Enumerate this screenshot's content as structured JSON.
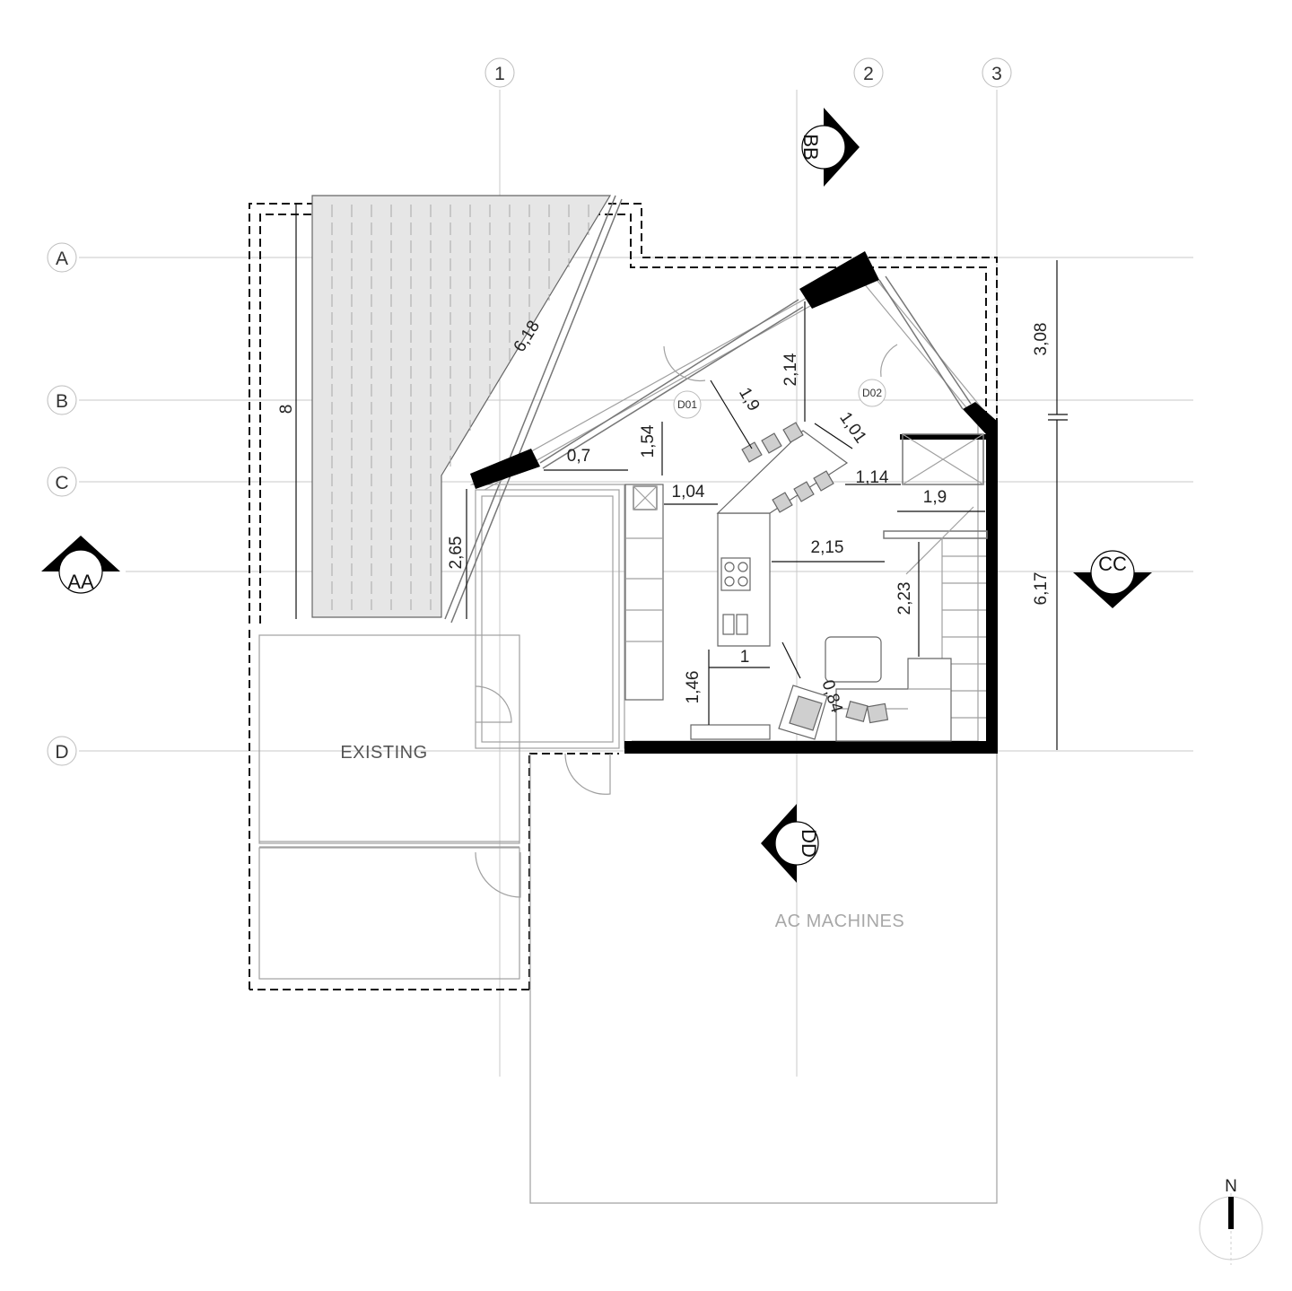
{
  "grid": {
    "columns": [
      "1",
      "2",
      "3"
    ],
    "rows": [
      "A",
      "B",
      "C",
      "D"
    ]
  },
  "sections": {
    "aa": "AA",
    "bb": "BB",
    "cc": "CC",
    "dd": "DD"
  },
  "dimensions": {
    "roof_diagonal": "6,18",
    "roof_height": "8",
    "right_top": "3,08",
    "right_bottom": "6,17",
    "d214": "2,14",
    "d19a": "1,9",
    "d101": "1,01",
    "d154": "1,54",
    "d07": "0,7",
    "d104": "1,04",
    "d114": "1,14",
    "d19b": "1,9",
    "d265": "2,65",
    "d215": "2,15",
    "d223": "2,23",
    "d1": "1",
    "d146": "1,46",
    "d084": "0,84"
  },
  "doors": {
    "d01": "D01",
    "d02": "D02"
  },
  "labels": {
    "existing": "EXISTING",
    "ac_machines": "AC MACHINES",
    "north": "N"
  },
  "colors": {
    "wall": "#000000",
    "grid": "#c8c8c8",
    "ac_label": "#a8a8a8",
    "existing_label": "#555555"
  }
}
